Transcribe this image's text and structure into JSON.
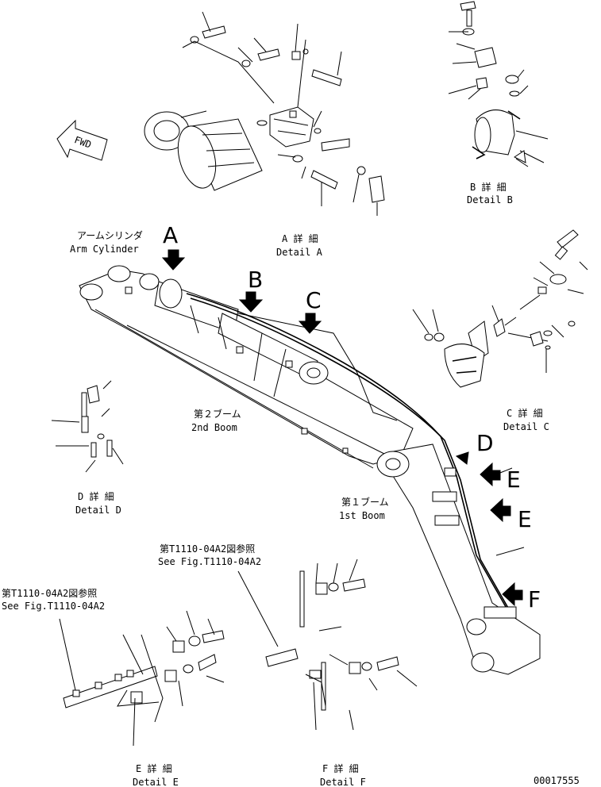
{
  "drawing_number": "00017555",
  "fwd_label": "FWD",
  "arm_cylinder": {
    "jp": "アームシリンダ",
    "en": "Arm Cylinder"
  },
  "callouts": {
    "A": "A",
    "B": "B",
    "C": "C",
    "D": "D",
    "E1": "E",
    "E2": "E",
    "F": "F"
  },
  "detail_a": {
    "jp": "A 詳 細",
    "en": "Detail A"
  },
  "detail_b": {
    "jp": "B 詳 細",
    "en": "Detail B"
  },
  "detail_c": {
    "jp": "C 詳 細",
    "en": "Detail C"
  },
  "detail_d": {
    "jp": "D 詳 細",
    "en": "Detail D"
  },
  "detail_e": {
    "jp": "E 詳 細",
    "en": "Detail E"
  },
  "detail_f": {
    "jp": "F 詳 細",
    "en": "Detail F"
  },
  "boom_2nd": {
    "jp": "第２ブーム",
    "en": "2nd Boom"
  },
  "boom_1st": {
    "jp": "第１ブーム",
    "en": "1st Boom"
  },
  "ref_e": {
    "jp": "第T1110-04A2図参照",
    "en": "See Fig.T1110-04A2"
  },
  "ref_f": {
    "jp": "第T1110-04A2図参照",
    "en": "See Fig.T1110-04A2"
  }
}
